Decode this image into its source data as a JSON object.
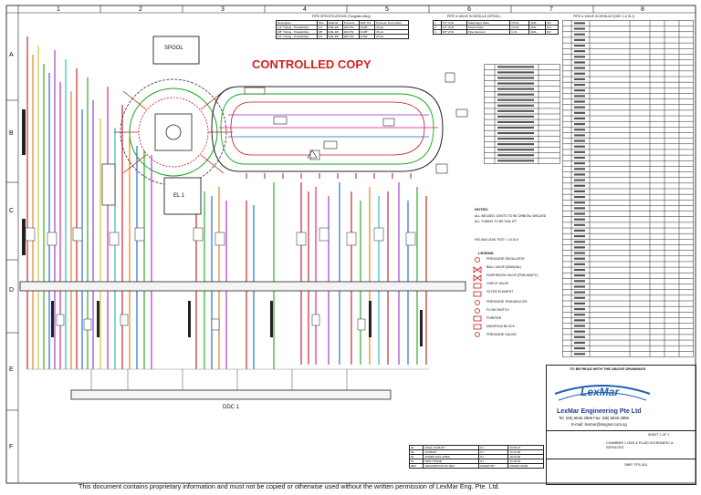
{
  "zone_numbers": [
    "1",
    "2",
    "3",
    "4",
    "5",
    "6",
    "7",
    "8"
  ],
  "zone_letters": [
    "A",
    "B",
    "C",
    "D",
    "E",
    "F"
  ],
  "stamp": "CONTROLLED COPY",
  "stamp_color": "#d42020",
  "chamber_labels": {
    "upper_left": "SPOOL",
    "lower_left": "EL 1"
  },
  "manifold_label": "DDC 1",
  "pipe_spec_title": "PIPE SPECIFICATIONS (Tungsten Alloy)",
  "pipe_spec_header": [
    "Description",
    "Size",
    "Material",
    "Pressure",
    "Wall Thk",
    "Pressure Drop (Max)"
  ],
  "pipe_spec_rows": [
    [
      "1/4\" Tubing - Triaxial/Alloy",
      "1/4",
      "316L EP",
      "200 PSI",
      "0.035\"",
      "10 psi"
    ],
    [
      "3/8\" Tubing - Triaxial/Alloy",
      "3/8",
      "316L EP",
      "200 PSI",
      "0.035\"",
      "15 psi"
    ],
    [
      "1/2\" Tubing - Triaxial/Alloy",
      "1/2",
      "316L EP",
      "200 PSI",
      "0.049\"",
      "20 psi"
    ]
  ],
  "valve_schedule_title": "PIPE & VALVE SCHEDULE (SPOOL)",
  "valve_schedule_rows": [
    [
      "1",
      "1/4\" VCR",
      "Diaphragm Valve",
      "PV-01",
      "316L",
      "NO"
    ],
    [
      "2",
      "1/4\" VCR",
      "Check Valve",
      "CV-01",
      "316L",
      "NO"
    ],
    [
      "3",
      "3/8\" VCR",
      "Filter Element",
      "F-01",
      "316L",
      "NO"
    ]
  ],
  "main_schedule_title": "PIPE & VALVE SCHEDULE (DDC 1 & EL1)",
  "main_schedule_rows": 60,
  "legend_title": "LEGEND",
  "legend_items": [
    "PRESSURE REGULATOR",
    "BALL VALVE (MANUAL)",
    "DIAPHRAGM VALVE (PNEUMATIC)",
    "CHECK VALVE",
    "FILTER ELEMENT",
    "PRESSURE TRANSDUCER",
    "FLOW SWITCH",
    "PURIFIER",
    "MANIFOLD BLOCK",
    "PRESSURE GAUGE"
  ],
  "notes_title": "NOTES:",
  "notes": [
    "ALL WELDED JOINTS TO BE ORBITAL WELDED",
    "ALL TUBING TO BE 316L EP",
    "HELIUM LEAK TEST < 1X10-9"
  ],
  "revision_note": "TO BE READ WITH THE ABOVE DRAWINGS",
  "company_name": "LexMar Engineering Pte Ltd",
  "logo_text": "LexMar",
  "company_tel": "Tel: (65) 6546 2866  Fax: (65) 6546 2855",
  "company_email": "E-mail: lexmar@singnet.com.sg",
  "project_label": "CHAMBER 1 GAS & FLUID SCHEMATIC & SERVICES",
  "drawing_number": "SMP-TFS-001",
  "sheet_label": "SHEET 1 OF 1",
  "revisions": [
    [
      "04",
      "FINAL AS-BUILT",
      "KJ",
      "03.05.07"
    ],
    [
      "03",
      "AS-BUILT",
      "KJ",
      "19.12.06"
    ],
    [
      "02",
      "ADDED GAS LINES",
      "KJ",
      "18.10.06"
    ],
    [
      "01",
      "FIRST ISSUE",
      "KJ",
      "01.09.06"
    ]
  ],
  "revision_headers": [
    "REV",
    "DESCRIPTION OF REV.",
    "DRAWN BY",
    "DRAWN DATE"
  ],
  "footer": "This document contains proprietary information and must not be copied or otherwise used without the written permission of LexMar Eng. Pte. Ltd."
}
